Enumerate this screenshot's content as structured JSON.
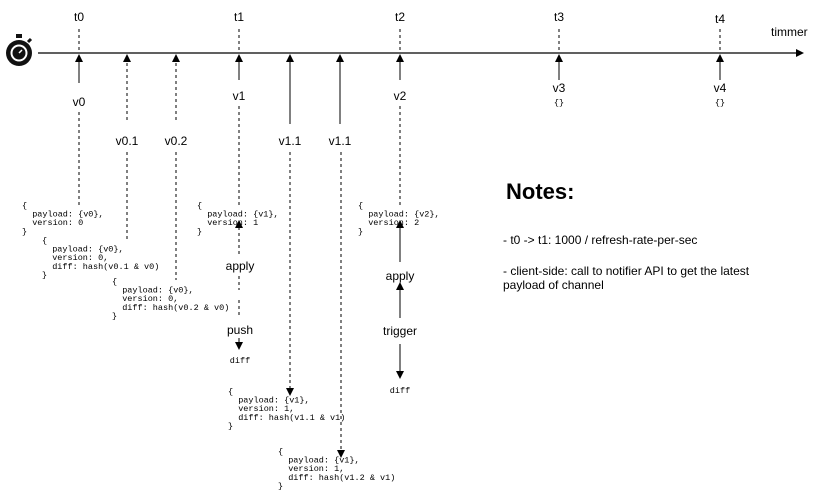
{
  "timeline": {
    "axis_label": "timmer",
    "ticks": [
      "t0",
      "t1",
      "t2",
      "t3",
      "t4"
    ]
  },
  "versions": {
    "v0": "v0",
    "v01": "v0.1",
    "v02": "v0.2",
    "v1": "v1",
    "v11a": "v1.1",
    "v11b": "v1.1",
    "v2": "v2",
    "v3": "v3",
    "v3_payload": "{}",
    "v4": "v4",
    "v4_payload": "{}"
  },
  "actions": {
    "apply_1": "apply",
    "push": "push",
    "diff_1": "diff",
    "apply_2": "apply",
    "trigger": "trigger",
    "diff_2": "diff"
  },
  "payloads": {
    "p_v0": [
      "{",
      "  payload: {v0},",
      "  version: 0",
      "}"
    ],
    "p_v01": [
      "{",
      "  payload: {v0},",
      "  version: 0,",
      "  diff: hash(v0.1 & v0)",
      "}"
    ],
    "p_v02": [
      "{",
      "  payload: {v0},",
      "  version: 0,",
      "  diff: hash(v0.2 & v0)",
      "}"
    ],
    "p_v1": [
      "{",
      "  payload: {v1},",
      "  version: 1",
      "}"
    ],
    "p_v11a": [
      "{",
      "  payload: {v1},",
      "  version: 1,",
      "  diff: hash(v1.1 & v1)",
      "}"
    ],
    "p_v11b": [
      "{",
      "  payload: {v1},",
      "  version: 1,",
      "  diff: hash(v1.2 & v1)",
      "}"
    ],
    "p_v2": [
      "{",
      "  payload: {v2},",
      "  version: 2",
      "}"
    ]
  },
  "notes": {
    "title": "Notes:",
    "line1": "- t0 -> t1: 1000 / refresh-rate-per-sec",
    "line2a": "- client-side: call to notifier API to get the latest",
    "line2b": "payload of channel"
  },
  "icons": {
    "timer": "stopwatch-icon"
  }
}
